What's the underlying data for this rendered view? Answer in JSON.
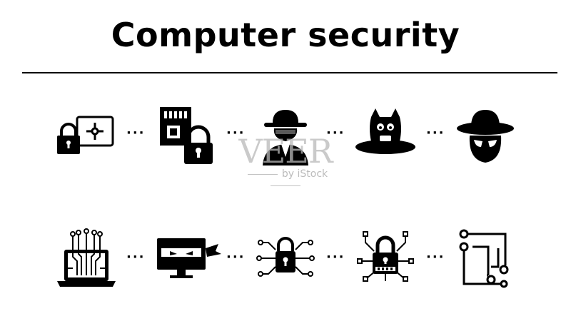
{
  "title": "Computer security",
  "separator": "···",
  "watermark": {
    "brand": "VEER",
    "sub": "by iStock"
  },
  "colors": {
    "ink": "#000000",
    "background": "#ffffff",
    "watermark": "#b9b9b9"
  },
  "icons": [
    "lock-with-safe-icon",
    "memory-card-lock-icon",
    "spy-agent-icon",
    "devil-hacker-icon",
    "hat-hacker-icon",
    "laptop-circuit-icon",
    "masked-monitor-icon",
    "circuit-lock-icon",
    "network-lock-icon",
    "circuit-board-icon"
  ]
}
